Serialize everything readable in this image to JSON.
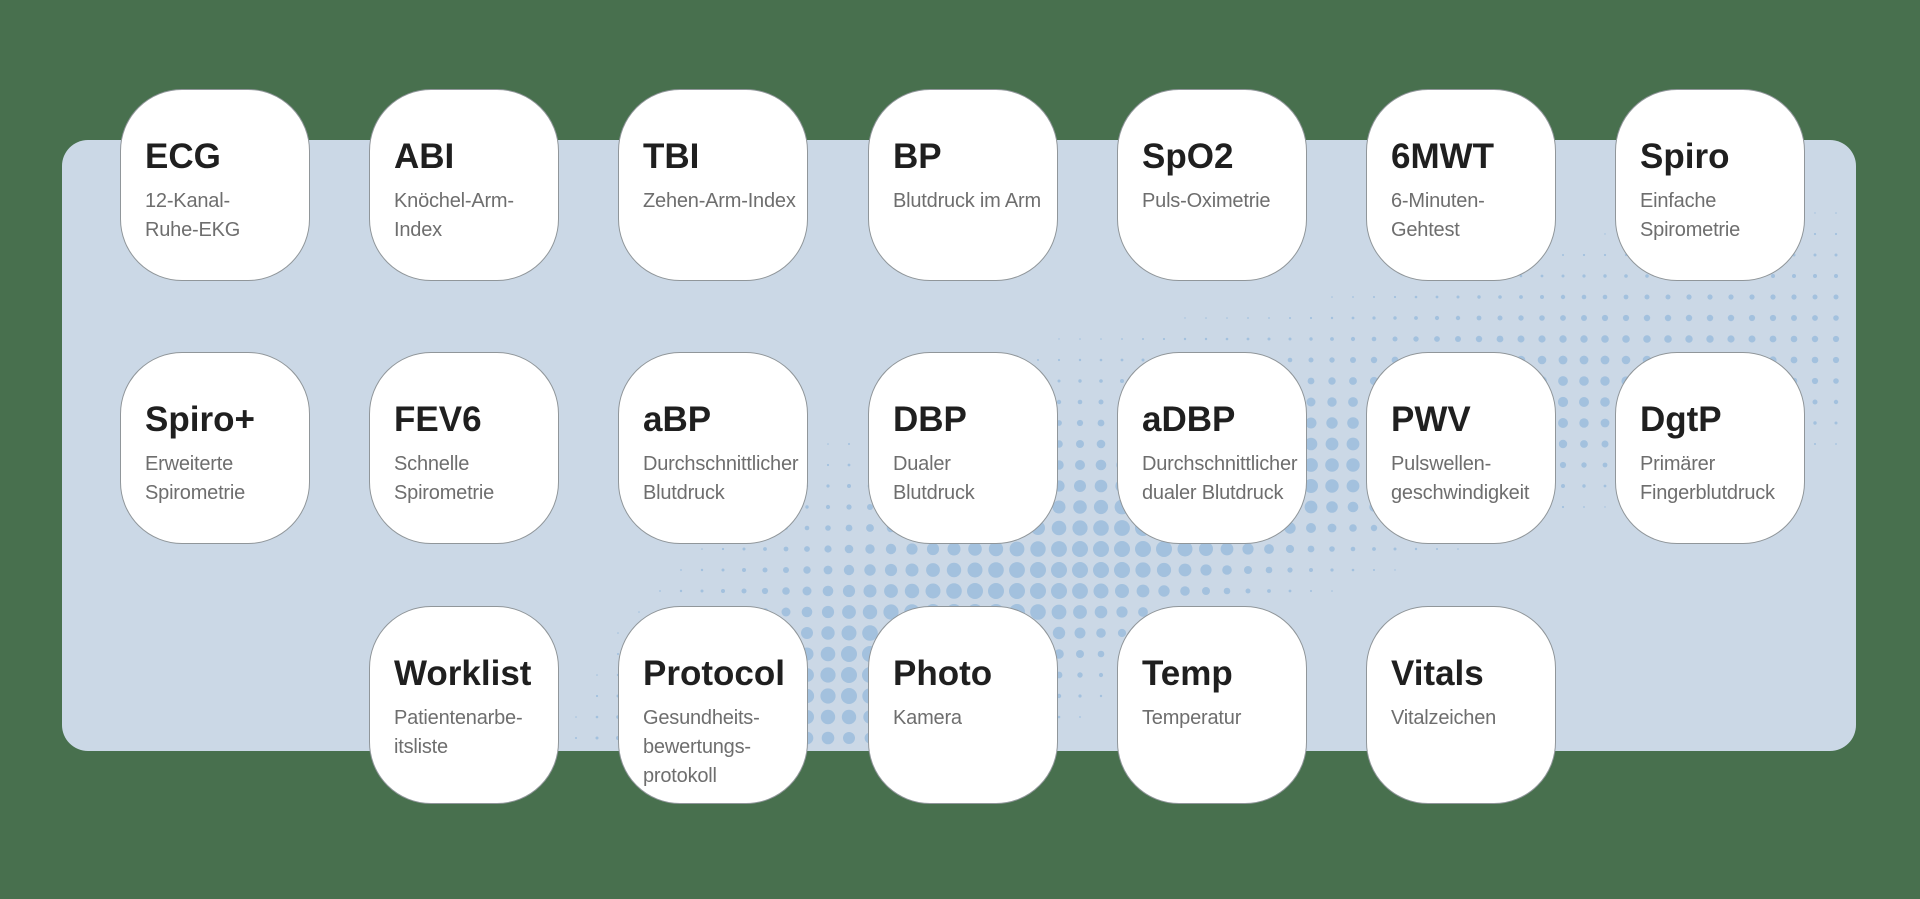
{
  "panel": {
    "background_color": "#48704E",
    "panel_color": "#CBD8E6",
    "dot_color": "#A3C1DE",
    "card_color": "#FFFFFF",
    "card_border_color": "#90969A",
    "title_color": "#1F1F1F",
    "subtitle_color": "#6E6E6E"
  },
  "tiles": [
    {
      "id": "ecg",
      "label": "ECG",
      "description": "12-Kanal-\nRuhe-EKG"
    },
    {
      "id": "abi",
      "label": "ABI",
      "description": "Knöchel-Arm-\nIndex"
    },
    {
      "id": "tbi",
      "label": "TBI",
      "description": "Zehen-Arm-Index"
    },
    {
      "id": "bp",
      "label": "BP",
      "description": "Blutdruck im Arm"
    },
    {
      "id": "spo2",
      "label": "SpO2",
      "description": "Puls-Oximetrie"
    },
    {
      "id": "6mwt",
      "label": "6MWT",
      "description": "6-Minuten-\nGehtest"
    },
    {
      "id": "spiro",
      "label": "Spiro",
      "description": "Einfache\nSpirometrie"
    },
    {
      "id": "spiro-plus",
      "label": "Spiro+",
      "description": "Erweiterte\nSpirometrie"
    },
    {
      "id": "fev6",
      "label": "FEV6",
      "description": "Schnelle\nSpirometrie"
    },
    {
      "id": "abp",
      "label": "aBP",
      "description": "Durchschnittlicher\nBlutdruck"
    },
    {
      "id": "dbp",
      "label": "DBP",
      "description": "Dualer\nBlutdruck"
    },
    {
      "id": "adbp",
      "label": "aDBP",
      "description": "Durchschnittlicher\ndualer Blutdruck"
    },
    {
      "id": "pwv",
      "label": "PWV",
      "description": "Pulswellen-\ngeschwindigkeit"
    },
    {
      "id": "dgtp",
      "label": "DgtP",
      "description": "Primärer\nFingerblutdruck"
    },
    {
      "id": "worklist",
      "label": "Worklist",
      "description": "Patientenarbe-\nitsliste"
    },
    {
      "id": "protocol",
      "label": "Protocol",
      "description": "Gesundheits-\nbewertungs-\nprotokoll"
    },
    {
      "id": "photo",
      "label": "Photo",
      "description": "Kamera"
    },
    {
      "id": "temp",
      "label": "Temp",
      "description": "Temperatur"
    },
    {
      "id": "vitals",
      "label": "Vitals",
      "description": "Vitalzeichen"
    }
  ]
}
